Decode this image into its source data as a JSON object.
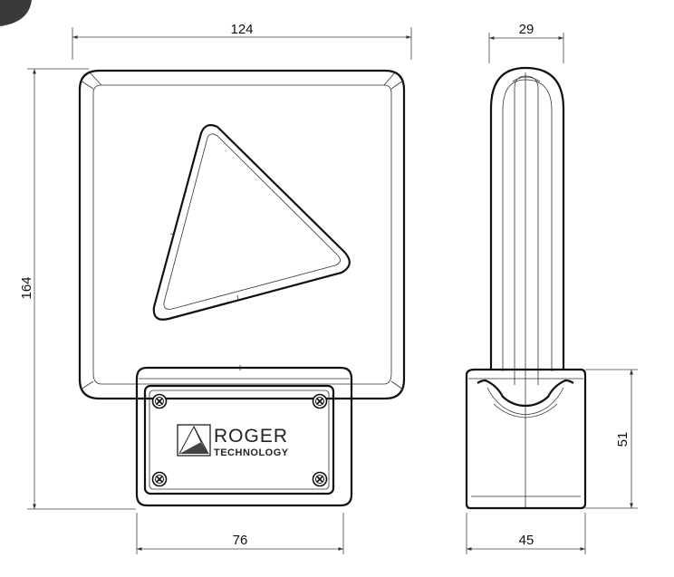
{
  "dimensions": {
    "front_width": "124",
    "front_height": "164",
    "base_width": "76",
    "side_depth": "29",
    "side_base_depth": "45",
    "side_base_height": "51"
  },
  "logo": {
    "brand": "ROGER",
    "subtitle": "TECHNOLOGY"
  },
  "colors": {
    "line": "#222222",
    "background": "#ffffff"
  }
}
